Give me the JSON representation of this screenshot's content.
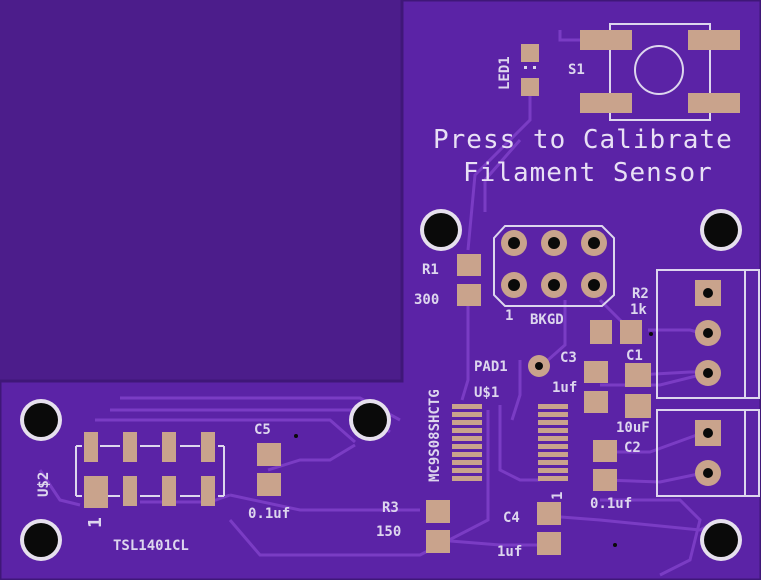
{
  "colors": {
    "background": "#4c1d8b",
    "board": "#5b23a6",
    "board_edge": "#3f1778",
    "trace": "#7a3cc4",
    "copper_pad": "#c9a38c",
    "silkscreen": "#ddd6ee",
    "drill": "#0a0a0a"
  },
  "labels": {
    "led": "LED1",
    "switch": "S1",
    "calibrate_line1": "Press to Calibrate",
    "calibrate_line2": "Filament Sensor",
    "r1": "R1",
    "r1_value": "300",
    "header": "BKGD",
    "header_pin1": "1",
    "r2": "R2",
    "r2_value": "1k",
    "pad1": "PAD1",
    "c3": "C3",
    "c3_value": "1uf",
    "c1": "C1",
    "c1_value": "10uF",
    "u1": "U$1",
    "mcu_part": "MC9S08SHCTG",
    "mcu_pin1": "1",
    "c2": "C2",
    "c2_value": "0.1uf",
    "c5": "C5",
    "c5_value": "0.1uf",
    "u2": "U$2",
    "sensor_pin1": "1",
    "sensor_part": "TSL1401CL",
    "r3": "R3",
    "r3_value": "150",
    "c4": "C4",
    "c4_value": "1uf"
  },
  "icons": {
    "mounting_hole": "mounting-hole-icon",
    "through_hole_pad": "through-hole-pad-icon",
    "smd_pad": "smd-pad-icon"
  }
}
